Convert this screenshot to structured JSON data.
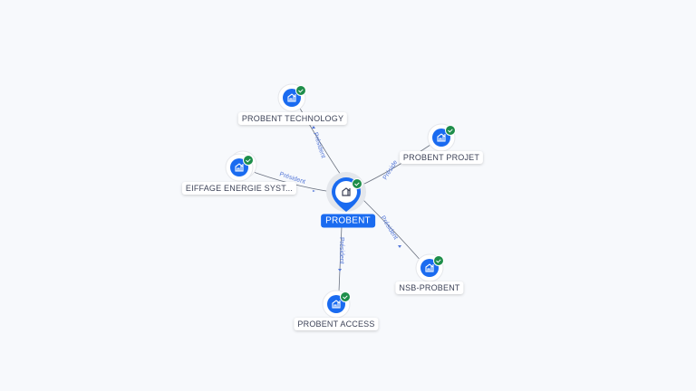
{
  "colors": {
    "accent": "#1a6bf0",
    "check": "#1e8e4a",
    "edge": "#6b7280",
    "edge_label": "#5578d8"
  },
  "center": {
    "name": "PROBENT",
    "icon": "building-icon"
  },
  "nodes": [
    {
      "name": "PROBENT TECHNOLOGY",
      "relation": "Président",
      "icon": "building-icon"
    },
    {
      "name": "PROBENT PROJET",
      "relation": "Préside",
      "icon": "building-icon"
    },
    {
      "name": "EIFFAGE ENERGIE SYST...",
      "relation": "Président",
      "icon": "building-icon"
    },
    {
      "name": "NSB-PROBENT",
      "relation": "Président",
      "icon": "building-icon"
    },
    {
      "name": "PROBENT ACCESS",
      "relation": "Président",
      "icon": "building-icon"
    }
  ]
}
